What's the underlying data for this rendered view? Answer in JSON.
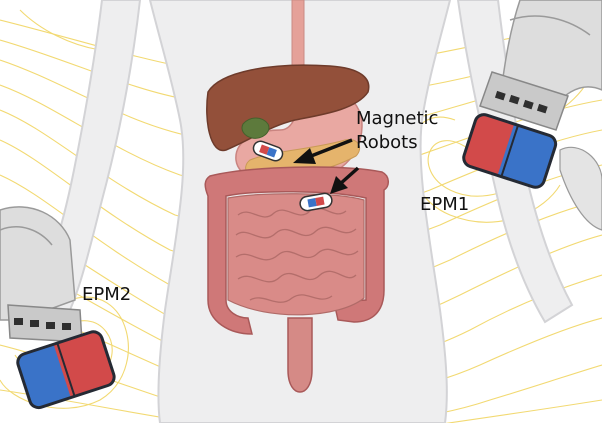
{
  "labels": {
    "magnetic_robots_line1": "Magnetic",
    "magnetic_robots_line2": "Robots",
    "epm1": "EPM1",
    "epm2": "EPM2"
  },
  "colors": {
    "field_lines": "#f0d35a",
    "body_fill": "#eeeeef",
    "body_outline": "#d3d3d6",
    "magnet_red": "#d24a4a",
    "magnet_blue": "#3a73c8",
    "magnet_outline": "#252a34",
    "liver": "#93503a",
    "stomach": "#e9a8a2",
    "intestine": "#d98b88",
    "colon": "#cf7878",
    "esophagus": "#e5a199",
    "gallbladder": "#5d7a3c",
    "pancreas": "#e5b46c",
    "robot_arm": "#dddddd"
  },
  "icons": {
    "arrow": "pointer-arrow-icon",
    "capsule": "magnetic-capsule-icon"
  }
}
